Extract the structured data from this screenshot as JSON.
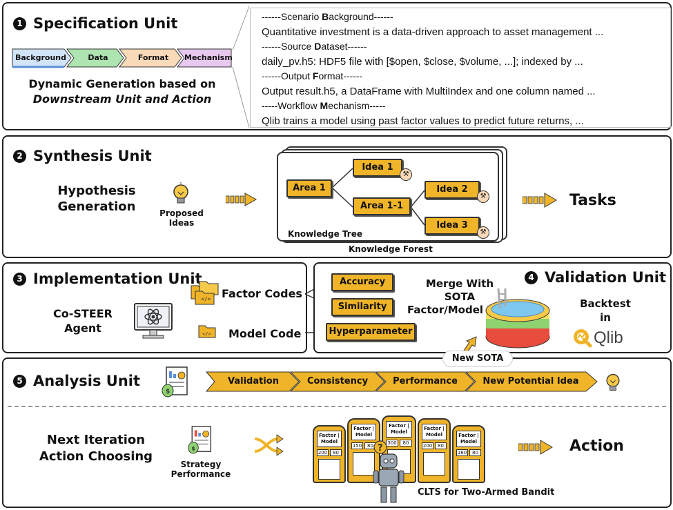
{
  "spec": {
    "num": "1",
    "title": "Specification Unit",
    "chevrons": [
      "Background",
      "Data",
      "Format",
      "Mechanism"
    ],
    "dynamic_line1": "Dynamic Generation based on",
    "dynamic_line2": "Downstream Unit and Action",
    "text_lines": [
      {
        "prefix": "------Scenario ",
        "bold": "B",
        "rest": "ackground------"
      },
      {
        "plain": "Quantitative investment is a data-driven approach to asset management ..."
      },
      {
        "prefix": "------Source ",
        "bold": "D",
        "rest": "ataset------"
      },
      {
        "plain": "daily_pv.h5: HDF5 file with [$open, $close, $volume, ...]; indexed by ..."
      },
      {
        "prefix": "------Output ",
        "bold": "F",
        "rest": "ormat------"
      },
      {
        "plain": "Output result.h5, a DataFrame with MultiIndex and one column named ..."
      },
      {
        "prefix": "-----Workflow ",
        "bold": "M",
        "rest": "echanism-----"
      },
      {
        "plain": "Qlib trains a model using past factor values to predict future returns, ..."
      }
    ]
  },
  "synthesis": {
    "num": "2",
    "title": "Synthesis Unit",
    "hypothesis_line1": "Hypothesis",
    "hypothesis_line2": "Generation",
    "proposed_line1": "Proposed",
    "proposed_line2": "Ideas",
    "nodes": {
      "area1": "Area 1",
      "idea1": "Idea 1",
      "area11": "Area 1-1",
      "idea2": "Idea 2",
      "idea3": "Idea 3"
    },
    "knowledge_tree": "Knowledge Tree",
    "knowledge_forest": "Knowledge Forest",
    "tasks": "Tasks"
  },
  "implementation": {
    "num": "3",
    "title": "Implementation Unit",
    "agent_line1": "Co-STEER",
    "agent_line2": "Agent",
    "factor_codes": "Factor Codes",
    "model_code": "Model Code"
  },
  "validation": {
    "num": "4",
    "title": "Validation Unit",
    "accuracy": "Accuracy",
    "similarity": "Similarity",
    "hyperparameter": "Hyperparameter",
    "merge_line1": "Merge With",
    "merge_line2": "SOTA",
    "merge_line3": "Factor/Model Pool",
    "backtest_line1": "Backtest",
    "backtest_line2": "in",
    "qlib": "Qlib",
    "new_sota": "New SOTA"
  },
  "analysis": {
    "num": "5",
    "title": "Analysis Unit",
    "steps": [
      "Validation",
      "Consistency",
      "Performance",
      "New Potential Idea"
    ],
    "next_line1": "Next Iteration",
    "next_line2": "Action Choosing",
    "strategy_line1": "Strategy",
    "strategy_line2": "Performance",
    "slot_header": "Factor | Model",
    "slot_values": [
      [
        "200",
        "80"
      ],
      [
        "150",
        "80"
      ],
      [
        "300",
        "80"
      ],
      [
        "200",
        "80"
      ],
      [
        "180",
        "80"
      ]
    ],
    "clts": "CLTS for Two-Armed Bandit",
    "action": "Action"
  },
  "colors": {
    "gold": "#f0b429",
    "blue": "#5b8fd6",
    "green": "#aee4b0",
    "peach": "#f8d9b8",
    "pink": "#e7c9ef"
  }
}
